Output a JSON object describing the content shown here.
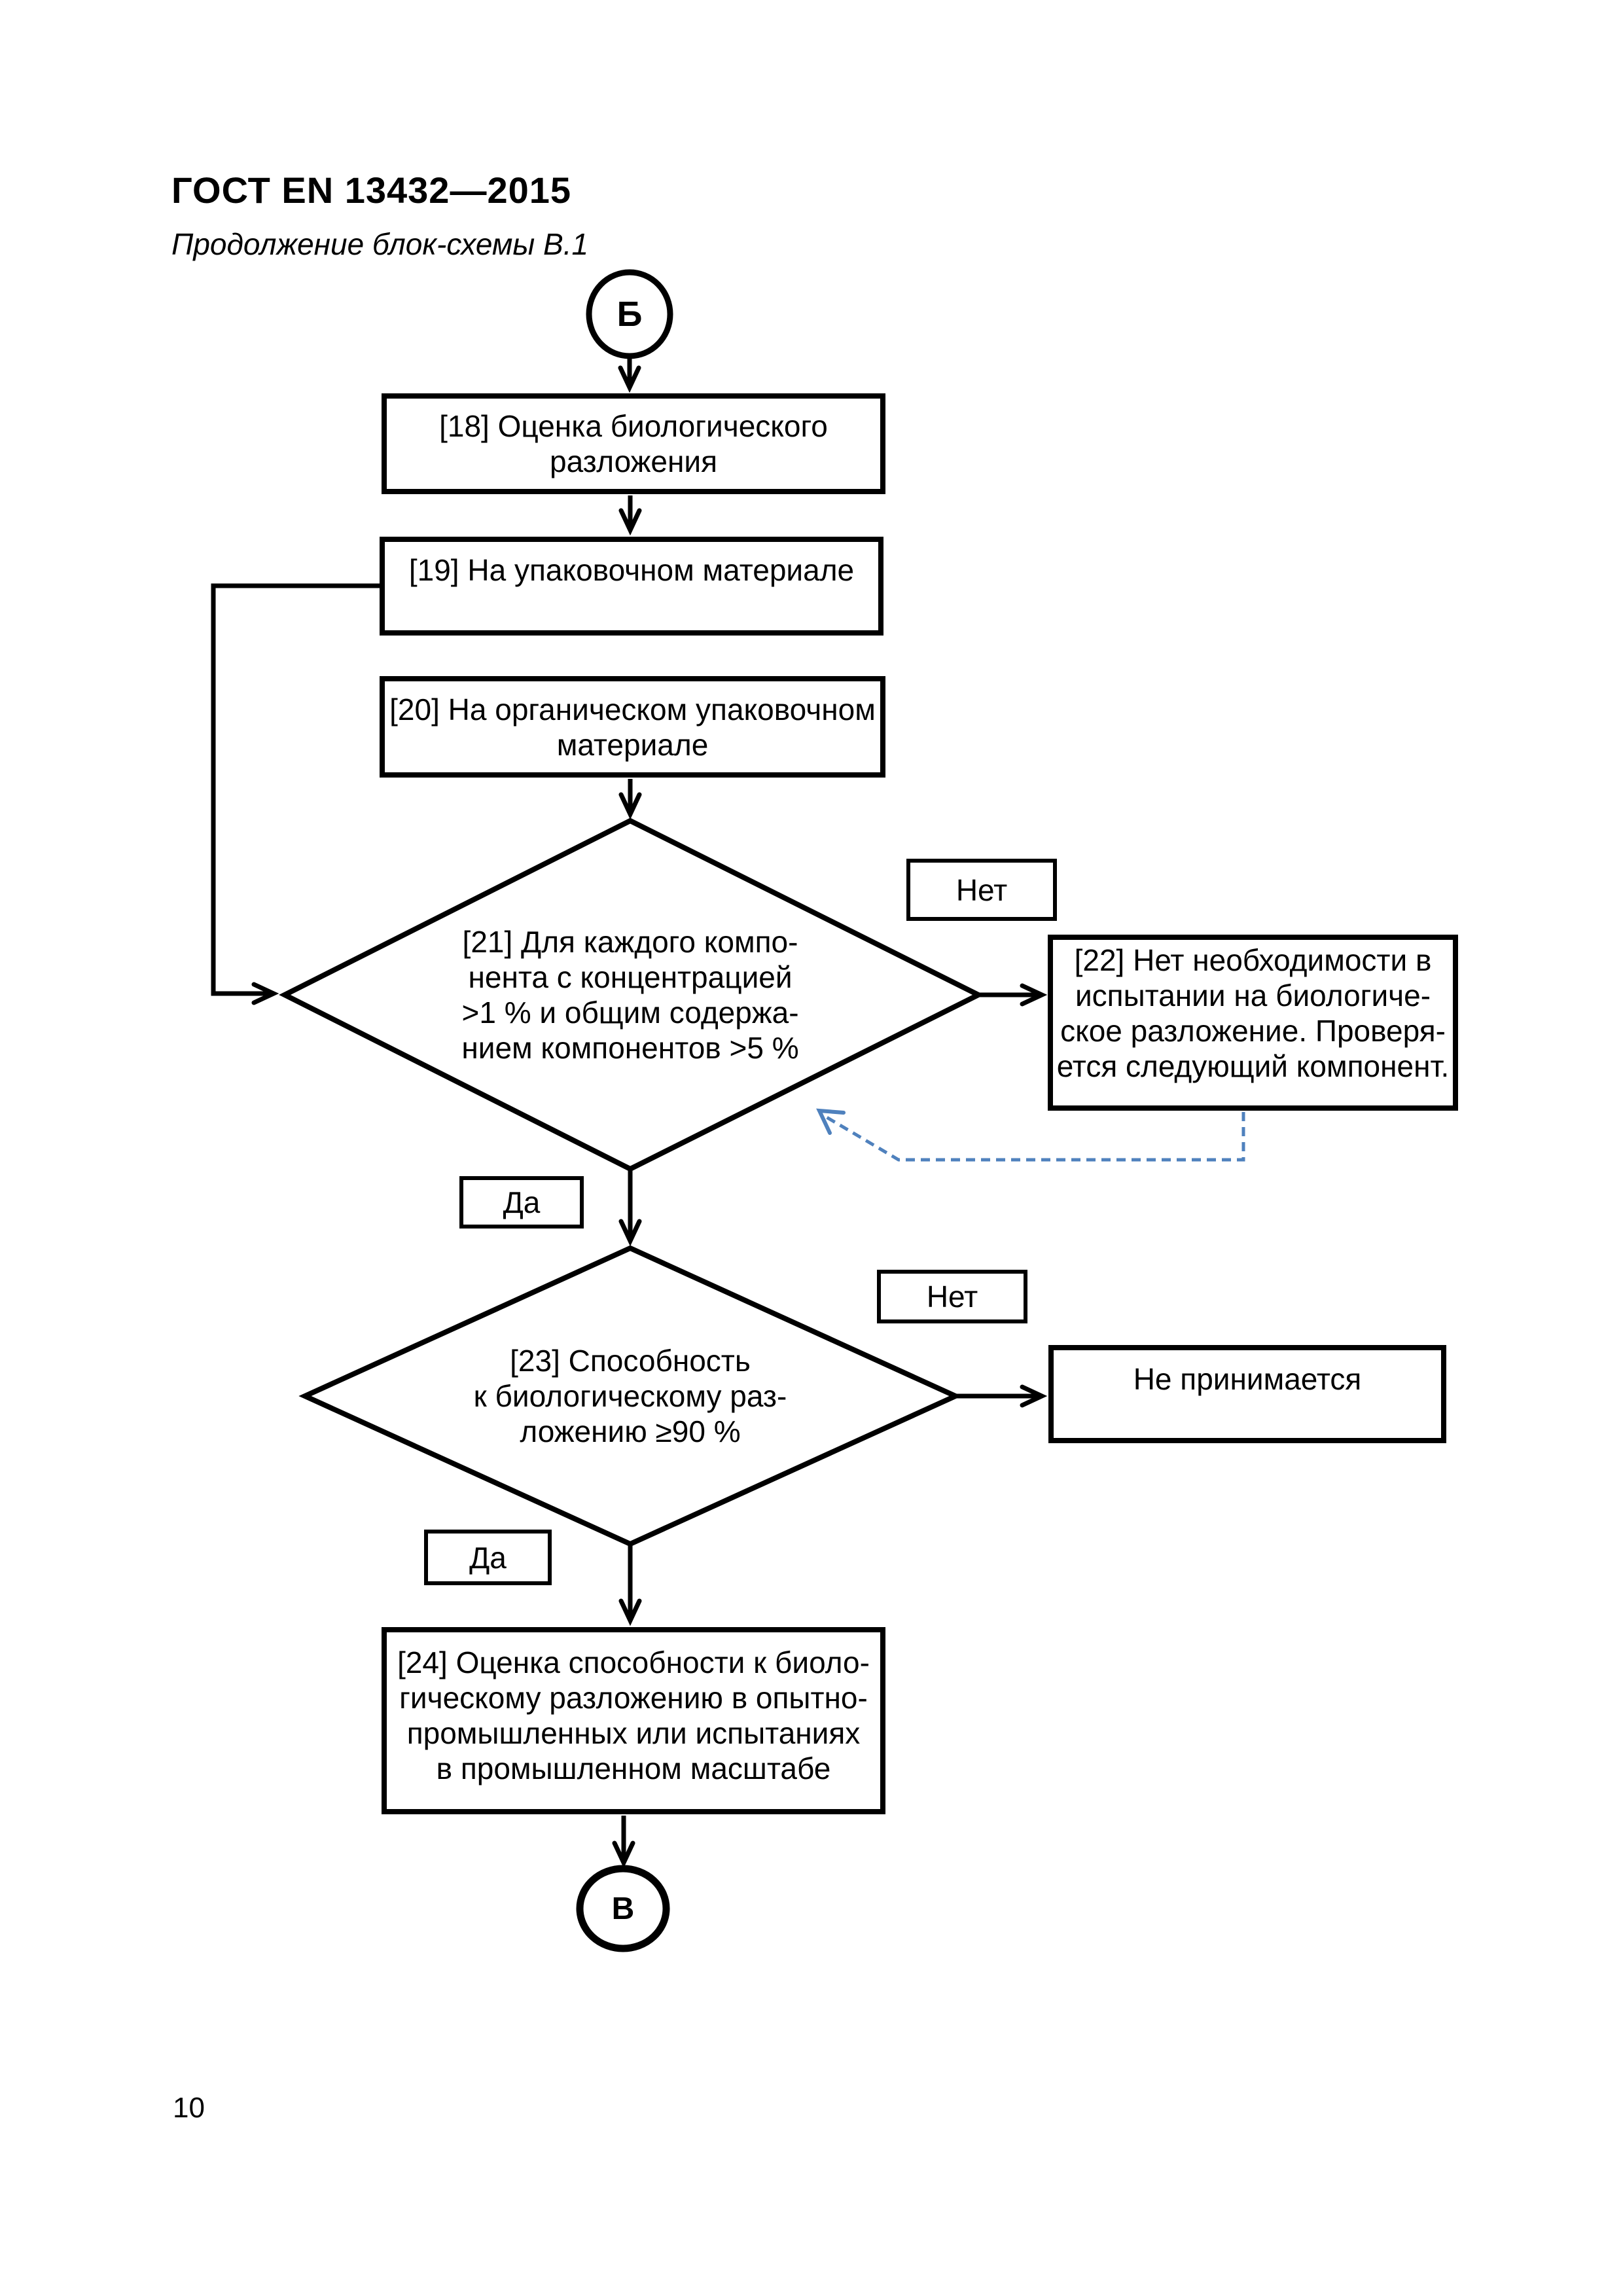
{
  "document": {
    "header_title": "ГОСТ EN 13432—2015",
    "subtitle": "Продолжение блок-схемы В.1",
    "page_number": "10"
  },
  "colors": {
    "ink": "#000000",
    "paper": "#ffffff",
    "dashed_connector": "#4f81bd"
  },
  "flowchart": {
    "connector_in": "Б",
    "connector_out": "В",
    "node18": {
      "line1": "[18] Оценка биологического",
      "line2": "разложения"
    },
    "node19": {
      "line1": "[19] На упаковочном материале"
    },
    "node20": {
      "line1": "[20] На органическом упаковочном",
      "line2": "материале"
    },
    "decision21": {
      "line1": "[21] Для каждого компо-",
      "line2": "нента с концентрацией",
      "line3": ">1 % и общим содержа-",
      "line4": "нием компонентов >5 %"
    },
    "node22": {
      "line1": "[22] Нет необходимости в",
      "line2": "испытании на биологиче-",
      "line3": "ское разложение. Проверя-",
      "line4": "ется следующий компонент."
    },
    "decision23": {
      "line1": "[23] Способность",
      "line2": "к биологическому раз-",
      "line3": "ложению ≥90 %"
    },
    "node_reject": {
      "line1": "Не принимается"
    },
    "node24": {
      "line1": "[24] Оценка способности к биоло-",
      "line2": "гическому разложению в опытно-",
      "line3": "промышленных или испытаниях",
      "line4": "в промышленном масштабе"
    },
    "label_no1": "Нет",
    "label_yes1": "Да",
    "label_no2": "Нет",
    "label_yes2": "Да"
  }
}
